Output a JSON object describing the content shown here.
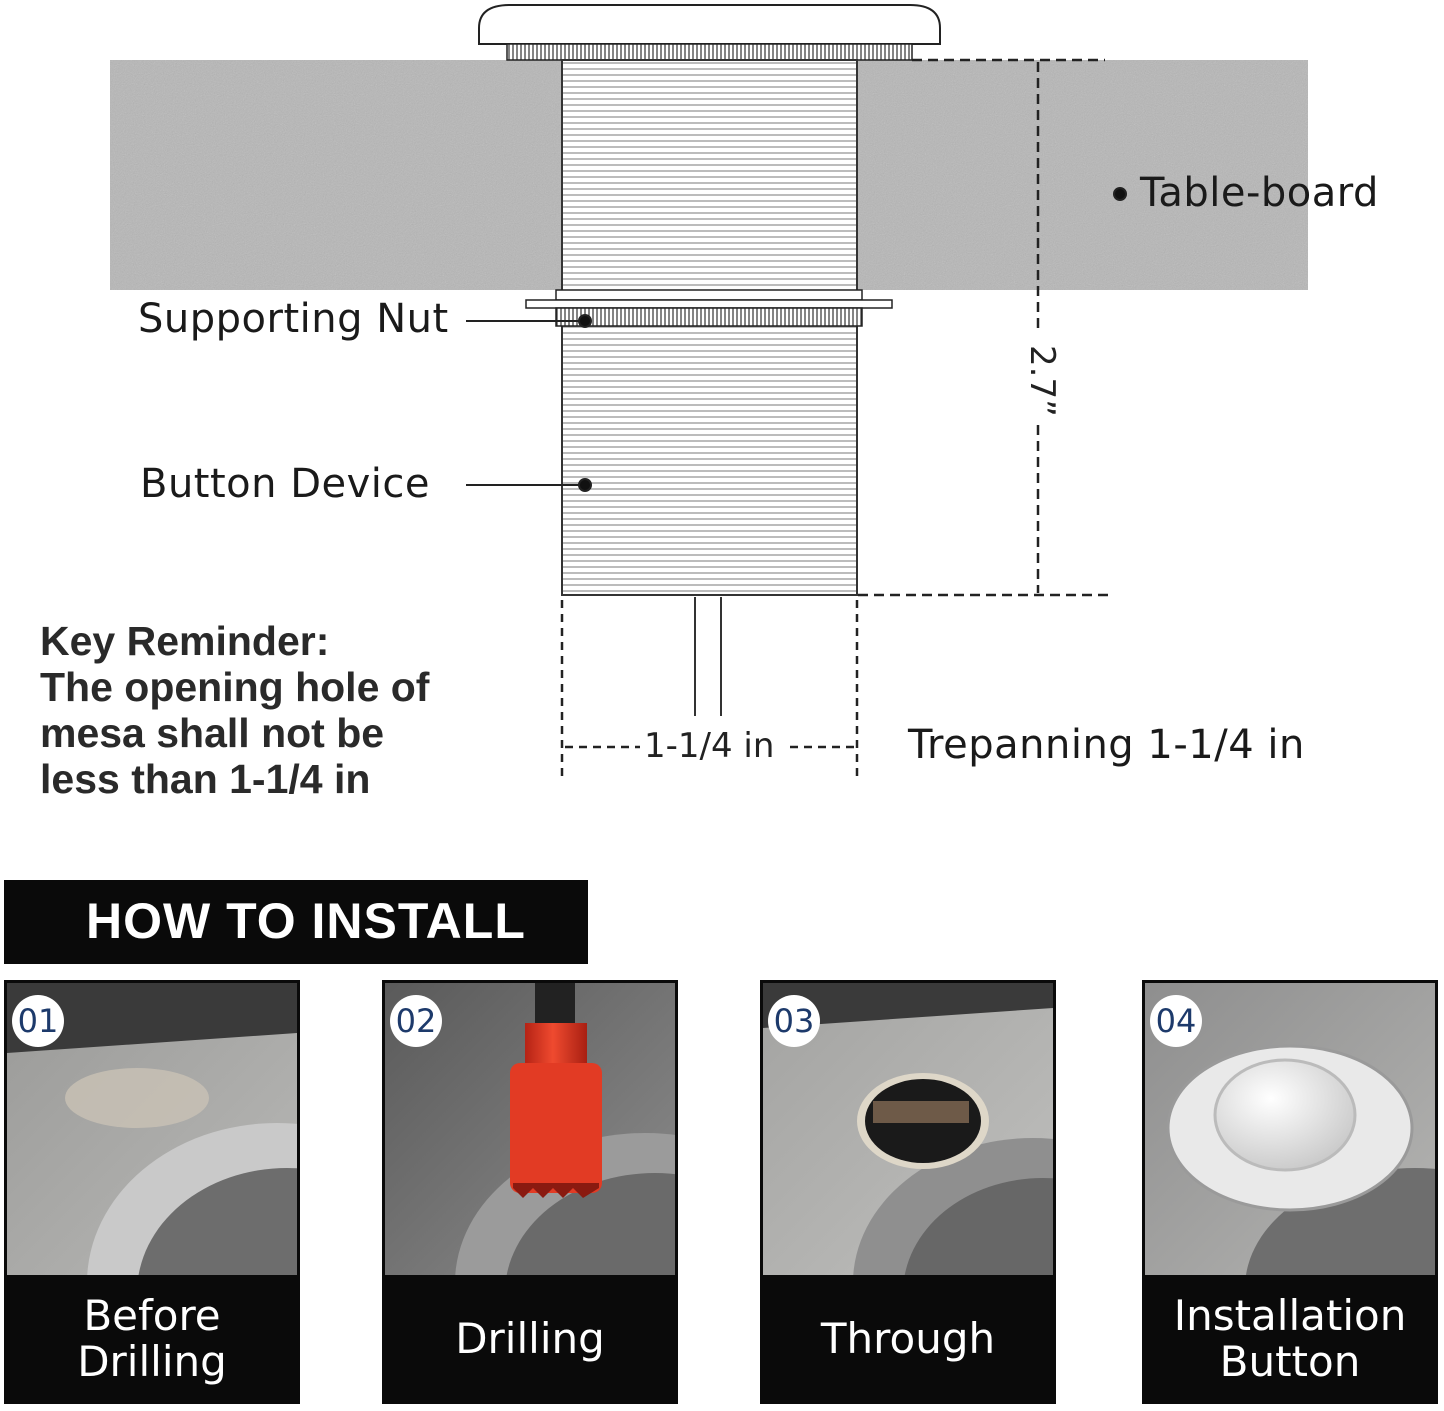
{
  "diagram": {
    "labels": {
      "table_board": "Table-board",
      "supporting_nut": "Supporting Nut",
      "button_device": "Button Device",
      "height_dim": "2.7”",
      "width_dim": "1-1/4 in",
      "trepanning": "Trepanning 1-1/4 in"
    },
    "key_reminder": {
      "title": "Key Reminder:",
      "line1": "The opening hole of",
      "line2": "mesa shall not be",
      "line3": "less than 1-1/4 in"
    }
  },
  "install": {
    "header": "HOW TO INSTALL",
    "steps": [
      {
        "number": "01",
        "caption": "Before\nDrilling"
      },
      {
        "number": "02",
        "caption": "Drilling"
      },
      {
        "number": "03",
        "caption": "Through"
      },
      {
        "number": "04",
        "caption": "Installation\nButton"
      }
    ]
  },
  "colors": {
    "table_board": "#b7b7b7",
    "header_bg": "#0a0a0a",
    "drill_bit": "#e23b24",
    "badge_text": "#1d3a6b"
  }
}
